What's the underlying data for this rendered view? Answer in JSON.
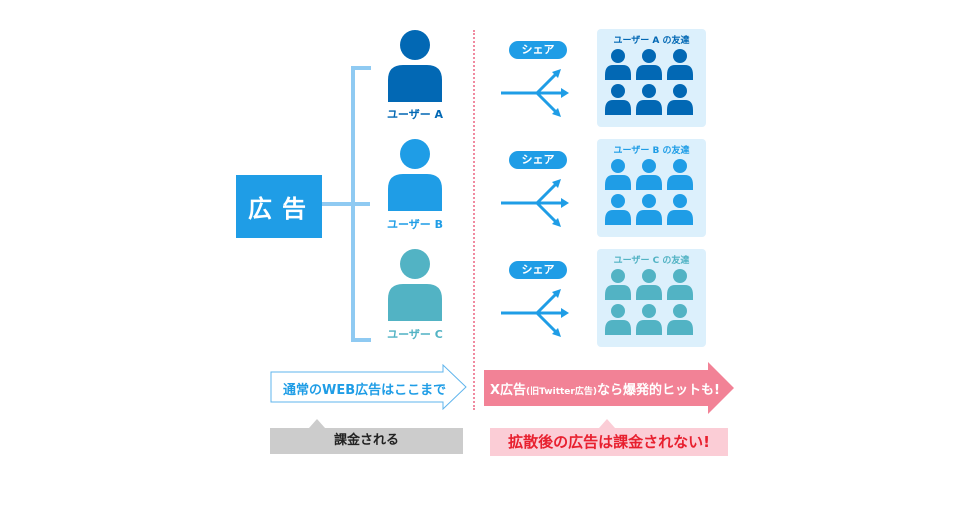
{
  "ad_box": {
    "label": "広告"
  },
  "users": [
    {
      "label": "ユーザー A",
      "color": "#0268b4"
    },
    {
      "label": "ユーザー B",
      "color": "#1f9de6"
    },
    {
      "label": "ユーザー C",
      "color": "#52b3c4"
    }
  ],
  "share": {
    "label": "シェア",
    "color": "#1f9de6"
  },
  "friends": [
    {
      "title": "ユーザー A の友達",
      "color": "#0268b4",
      "count": 6
    },
    {
      "title": "ユーザー B の友達",
      "color": "#1f9de6",
      "count": 6
    },
    {
      "title": "ユーザー C の友達",
      "color": "#52b3c4",
      "count": 6
    }
  ],
  "bottom": {
    "left_arrow": "通常のWEB広告はここまで",
    "right_arrow_main": "X広告",
    "right_arrow_note": "(旧Twitter広告)",
    "right_arrow_tail": "なら爆発的ヒットも!",
    "left_bubble": "課金される",
    "right_bubble": "拡散後の広告は課金されない!"
  },
  "colors": {
    "divider": "#f08aa0",
    "pink_arrow": "#f28296",
    "pink_bubble": "#fbcdd6",
    "pink_text": "#e8202f"
  }
}
